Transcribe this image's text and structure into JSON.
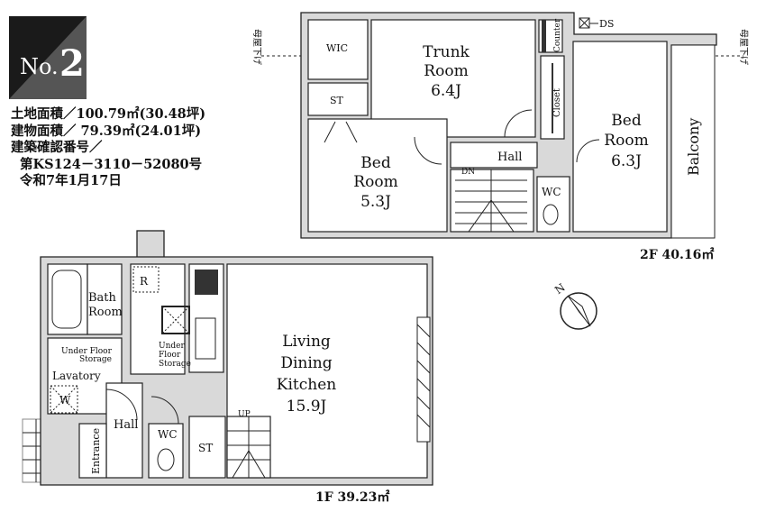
{
  "badge": {
    "prefix": "No.",
    "number": "2"
  },
  "info": {
    "land_area": "土地面積／100.79㎡(30.48坪)",
    "building_area": "建物面積／ 79.39㎡(24.01坪)",
    "permit_label": "建築確認番号／",
    "permit_number": "第KS124－3110－52080号",
    "permit_date": "令和7年1月17日"
  },
  "floor2": {
    "area_label": "2F 40.16㎡",
    "eave_note": "母屋下げ",
    "rooms": {
      "wic": "WIC",
      "trunk_name1": "Trunk",
      "trunk_name2": "Room",
      "trunk_size": "6.4J",
      "st": "ST",
      "bed1_name1": "Bed",
      "bed1_name2": "Room",
      "bed1_size": "5.3J",
      "bed2_name1": "Bed",
      "bed2_name2": "Room",
      "bed2_size": "6.3J",
      "hall": "Hall",
      "dn": "DN",
      "wc": "WC",
      "counter": "Counter",
      "closet": "Closet",
      "balcony": "Balcony",
      "ds": "DS"
    }
  },
  "floor1": {
    "area_label": "1F 39.23㎡",
    "rooms": {
      "bath1": "Bath",
      "bath2": "Room",
      "ufs_a1": "Under Floor",
      "ufs_a2": "Storage",
      "lavatory": "Lavatory",
      "w": "W",
      "r": "R",
      "ufs_b1": "Under",
      "ufs_b2": "Floor",
      "ufs_b3": "Storage",
      "ldk1": "Living",
      "ldk2": "Dining",
      "ldk3": "Kitchen",
      "ldk_size": "15.9J",
      "hall": "Hall",
      "wc": "WC",
      "st": "ST",
      "up": "UP",
      "entrance": "Entrance"
    }
  },
  "compass": {
    "label": "N"
  }
}
